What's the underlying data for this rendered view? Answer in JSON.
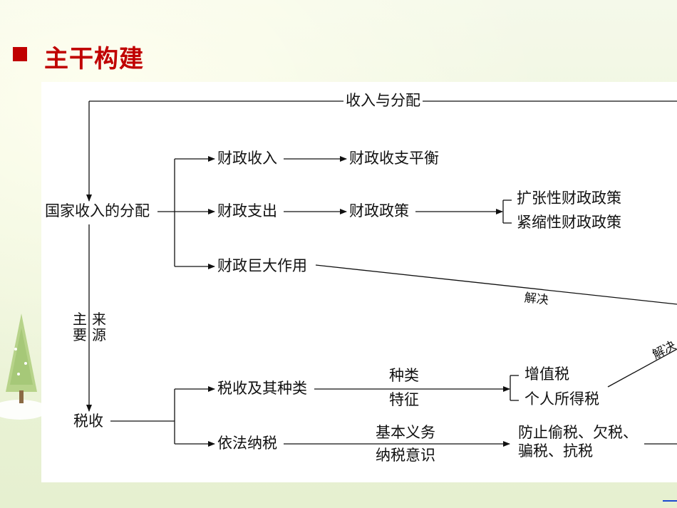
{
  "header": {
    "title": "主干构建"
  },
  "diagram": {
    "top_edge_label": "收入与分配",
    "root": "国家收入的分配",
    "branches": [
      "财政收入",
      "财政支出",
      "财政巨大作用"
    ],
    "balance": "财政收支平衡",
    "policy": "财政政策",
    "policy_types": [
      "扩张性财政政策",
      "紧缩性财政政策"
    ],
    "source_label_col1": "主要",
    "source_label_col2": "来源",
    "tax": "税收",
    "tax_branches": [
      "税收及其种类",
      "依法纳税"
    ],
    "kind_edge_top": "种类",
    "kind_edge_bottom": "特征",
    "tax_types": [
      "增值税",
      "个人所得税"
    ],
    "duty_edge_top": "基本义务",
    "duty_edge_bottom": "纳税意识",
    "violations_line1": "防止偷税、欠税、",
    "violations_line2": "骗税、抗税",
    "resolve_label_1": "解决",
    "resolve_label_2": "解决"
  }
}
